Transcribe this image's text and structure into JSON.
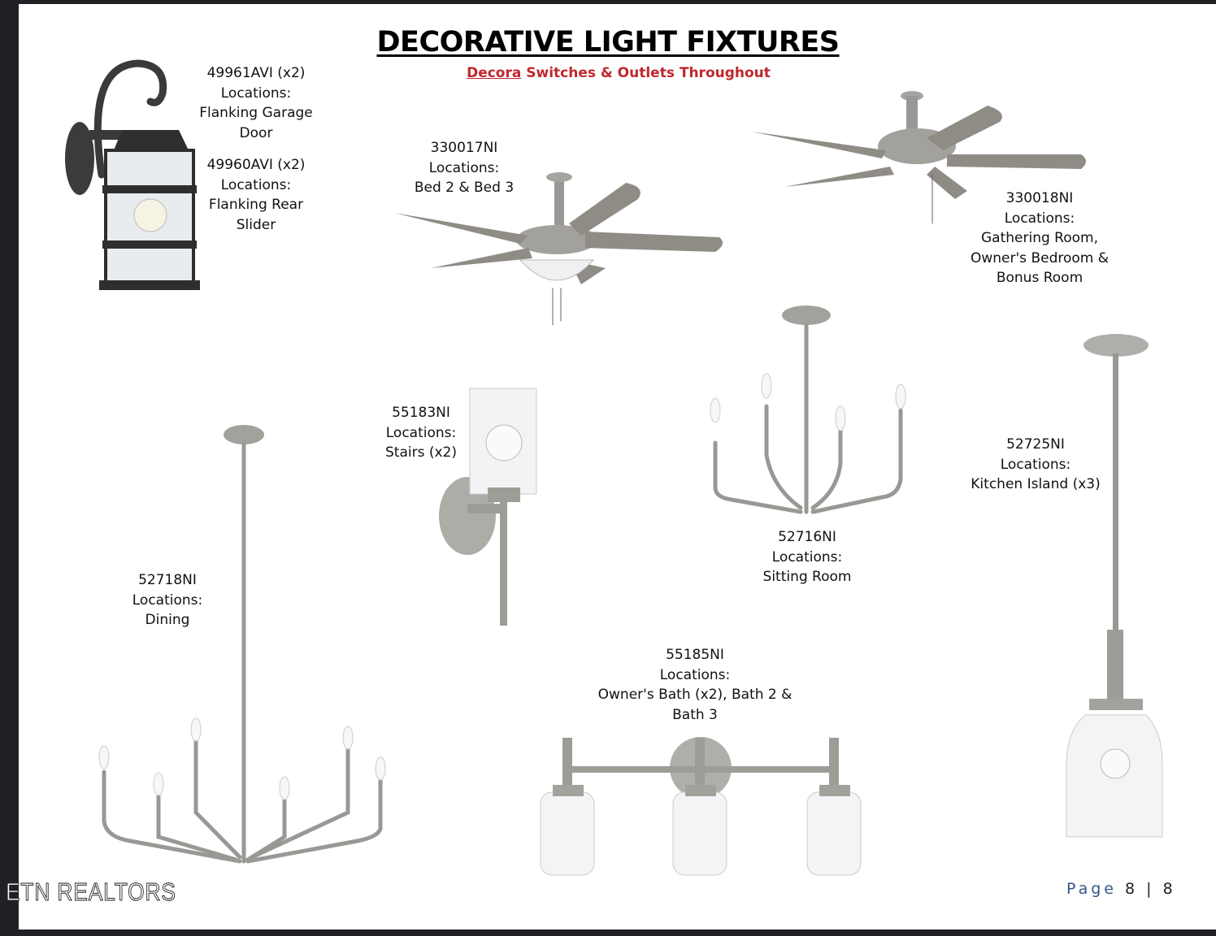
{
  "title": "DECORATIVE LIGHT FIXTURES",
  "subtitle": {
    "underlined": "Decora",
    "rest": " Switches & Outlets Throughout"
  },
  "fixtures": [
    {
      "lines": [
        "49961AVI (x2)",
        "Locations:",
        "Flanking Garage",
        "Door"
      ]
    },
    {
      "lines": [
        "49960AVI (x2)",
        "Locations:",
        "Flanking Rear",
        "Slider"
      ]
    },
    {
      "lines": [
        "330017NI",
        "Locations:",
        "Bed 2 & Bed 3"
      ]
    },
    {
      "lines": [
        "330018NI",
        "Locations:",
        "Gathering Room,",
        "Owner's Bedroom &",
        "Bonus Room"
      ]
    },
    {
      "lines": [
        "55183NI",
        "Locations:",
        "Stairs (x2)"
      ]
    },
    {
      "lines": [
        "52716NI",
        "Locations:",
        "Sitting Room"
      ]
    },
    {
      "lines": [
        "52725NI",
        "Locations:",
        "Kitchen Island (x3)"
      ]
    },
    {
      "lines": [
        "52718NI",
        "Locations:",
        "Dining"
      ]
    },
    {
      "lines": [
        "55185NI",
        "Locations:",
        "Owner's Bath (x2), Bath 2 &",
        "Bath 3"
      ]
    }
  ],
  "footer": {
    "brand": "ETN REALTORS",
    "page_word": "Page",
    "page_num": "8 | 8"
  }
}
